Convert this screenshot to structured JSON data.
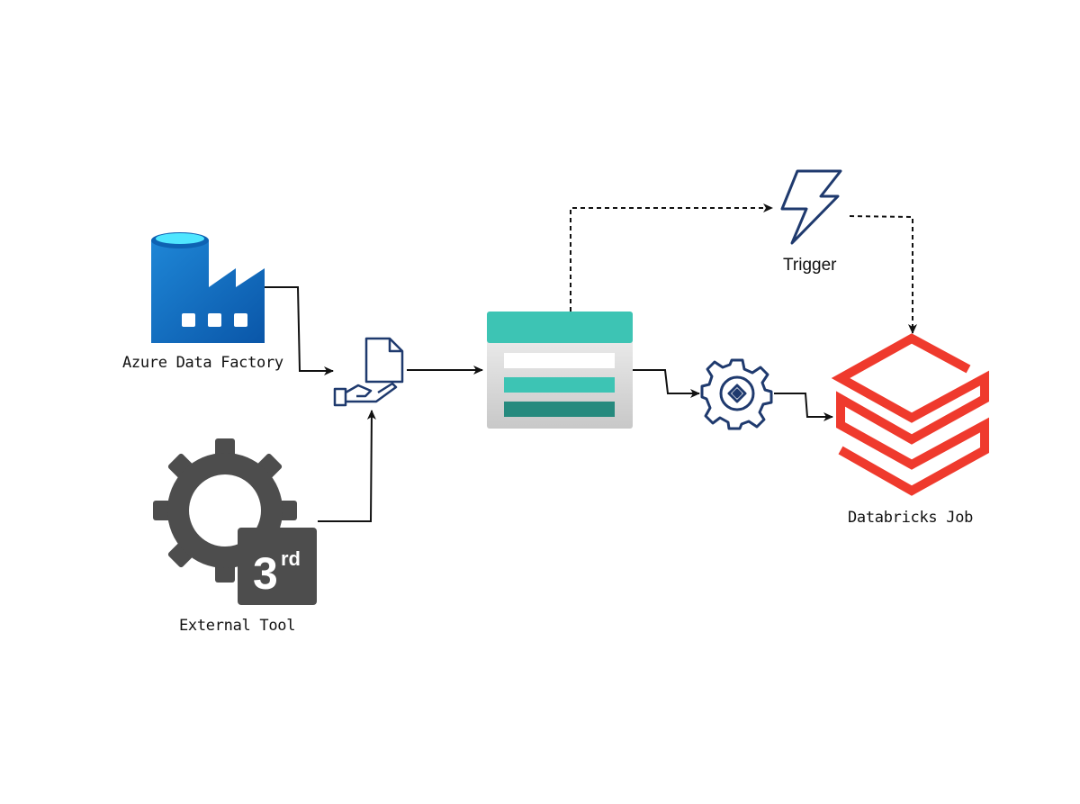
{
  "nodes": {
    "adf": {
      "label": "Azure Data Factory",
      "icon": "azure-data-factory-icon"
    },
    "external": {
      "label": "External Tool",
      "icon": "third-party-gear-icon",
      "badge_number": "3",
      "badge_sup": "rd"
    },
    "file_drop": {
      "icon": "file-upload-hand-icon"
    },
    "storage": {
      "icon": "storage-queue-icon"
    },
    "processor": {
      "icon": "gear-processor-icon"
    },
    "trigger": {
      "label": "Trigger",
      "icon": "lightning-bolt-icon"
    },
    "databricks": {
      "label": "Databricks Job",
      "icon": "databricks-stack-icon"
    }
  },
  "colors": {
    "azure_blue": "#0a6ec4",
    "azure_light": "#50e6ff",
    "navy": "#1f3a6e",
    "teal": "#3dc4b4",
    "teal_dark": "#268a7e",
    "gray_icon": "#4d4d4d",
    "databricks_red": "#ef3a2d"
  },
  "edges": [
    {
      "from": "adf",
      "to": "file_drop",
      "style": "solid"
    },
    {
      "from": "external",
      "to": "file_drop",
      "style": "solid"
    },
    {
      "from": "file_drop",
      "to": "storage",
      "style": "solid"
    },
    {
      "from": "storage",
      "to": "processor",
      "style": "solid"
    },
    {
      "from": "processor",
      "to": "databricks",
      "style": "solid"
    },
    {
      "from": "storage",
      "to": "trigger",
      "style": "dashed"
    },
    {
      "from": "trigger",
      "to": "databricks",
      "style": "dashed"
    }
  ]
}
